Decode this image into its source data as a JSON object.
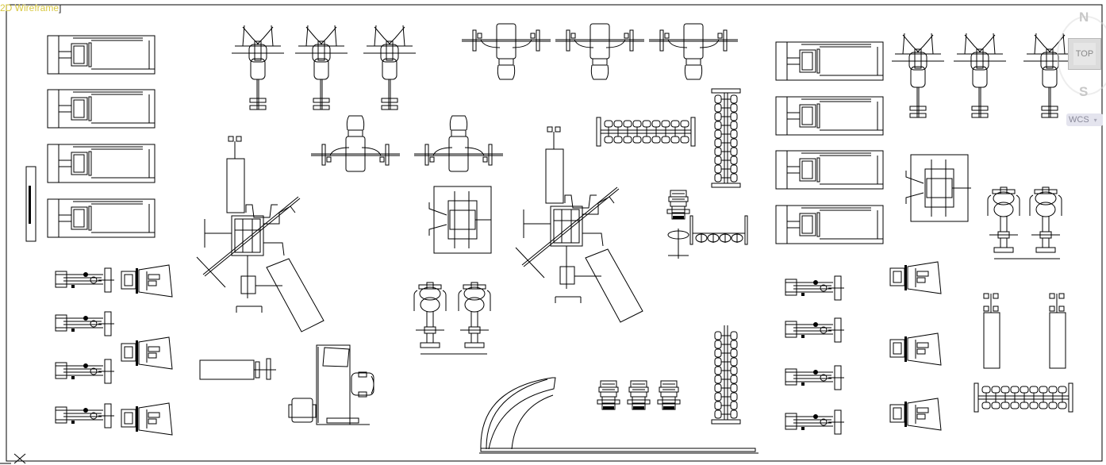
{
  "viewport": {
    "visual_style_label": "2D Wireframe",
    "closing_bracket": "]",
    "line_color": "#000000",
    "background_color": "#ffffff",
    "label_color": "#d8c840"
  },
  "viewcube": {
    "north_label": "N",
    "south_label": "S",
    "face_label": "TOP"
  },
  "coordinate_system": {
    "label": "WCS",
    "caret": "▾"
  },
  "drawing": {
    "title": "Gym equipment layout (plan view)",
    "groups": [
      {
        "name": "treadmills-left",
        "symbol": "treadmill",
        "count": 4
      },
      {
        "name": "treadmills-right",
        "symbol": "treadmill",
        "count": 4
      },
      {
        "name": "upright-bikes-top-left",
        "symbol": "bike-top",
        "count": 3
      },
      {
        "name": "upright-bikes-top-right",
        "symbol": "bike-top",
        "count": 3
      },
      {
        "name": "bench-press-top",
        "symbol": "bench-press",
        "count": 3
      },
      {
        "name": "bench-press-mid",
        "symbol": "bench-press",
        "count": 2
      },
      {
        "name": "multi-gym",
        "symbol": "multi-station",
        "count": 2
      },
      {
        "name": "rowers-left",
        "symbol": "rower",
        "count": 4
      },
      {
        "name": "rowers-right",
        "symbol": "rower",
        "count": 4
      },
      {
        "name": "leg-press-left",
        "symbol": "leg-press",
        "count": 3
      },
      {
        "name": "leg-press-right",
        "symbol": "leg-press",
        "count": 3
      },
      {
        "name": "dumbbell-racks",
        "symbol": "dumbbell-rack",
        "count": 5
      },
      {
        "name": "plate-trees",
        "symbol": "plate-tree",
        "count": 4
      },
      {
        "name": "ellipticals",
        "symbol": "elliptical",
        "count": 4
      },
      {
        "name": "smith-stations",
        "symbol": "smith",
        "count": 2
      },
      {
        "name": "benches",
        "symbol": "flat-bench",
        "count": 3
      },
      {
        "name": "reception-desk",
        "symbol": "desk",
        "count": 1
      },
      {
        "name": "chairs",
        "symbol": "chair",
        "count": 2
      },
      {
        "name": "curved-counter",
        "symbol": "counter",
        "count": 1
      },
      {
        "name": "mirror-panel",
        "symbol": "panel",
        "count": 1
      }
    ]
  }
}
